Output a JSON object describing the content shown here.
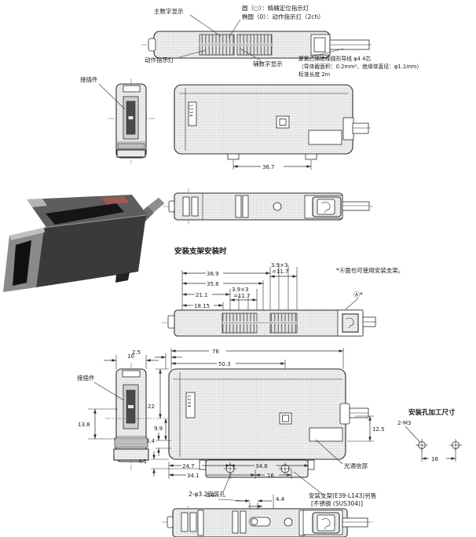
{
  "top_view": {
    "label_main_digit": "主数字显示",
    "label_circle_indicator": "圆（○）：精确定位指示灯",
    "label_ellipse_indicator": "椭圆（0）：动作指示灯（2ch）",
    "label_operation_indicator": "动作指示灯",
    "label_sub_digit": "辅数字显示",
    "cable_note_line1": "聚氯乙烯绝缘圆形导线 φ4 4芯",
    "cable_note_line2": "（导体截面积：0.2mm²、绝缘体直径：φ1.1mm）",
    "cable_note_line3": "标准长度 2m"
  },
  "upper_side_view": {
    "label_connector": "接插件",
    "keypad_digits": "1234",
    "dim_width": "36.7"
  },
  "bracket_section": {
    "heading": "安装支架安装时",
    "note": "*Ⓐ面也可使用安装支架。",
    "surface_label": "Ⓐ*",
    "dim_38_9": "38.9",
    "dim_35_8": "35.8",
    "dim_21_1": "21.1",
    "dim_18_15": "18.15",
    "pitch_right_l1": "3.9×3",
    "pitch_right_l2": "=11.7",
    "pitch_mid_l1": "3.9×3",
    "pitch_mid_l2": "=11.7"
  },
  "main_view": {
    "label_connector": "接插件",
    "keypad_digits": "1234",
    "dim_2_5": "2.5",
    "dim_76": "76",
    "dim_50_3": "50.3",
    "dim_10": "10",
    "dim_22": "22",
    "dim_13_8": "13.8",
    "dim_9_9": "9.9",
    "dim_3_4": "3.4",
    "dim_4_1": "4.1",
    "dim_24_7": "24.7",
    "dim_34_8": "34.8",
    "dim_34_1": "34.1",
    "dim_16": "16",
    "dim_12_5": "12.5",
    "label_mounting_holes": "2-φ3.2安装孔",
    "label_optical": "光通信部",
    "label_bracket_line1": "安装支架(E39-L143)另售",
    "label_bracket_line2": "[不锈钢 (SUS304)]"
  },
  "hole_layout": {
    "heading": "安装孔加工尺寸",
    "label_thread": "2-M3",
    "dim_16": "16"
  },
  "lower_bottom_view": {
    "dim_3_4": "3.4",
    "dim_4_4": "4.4"
  }
}
